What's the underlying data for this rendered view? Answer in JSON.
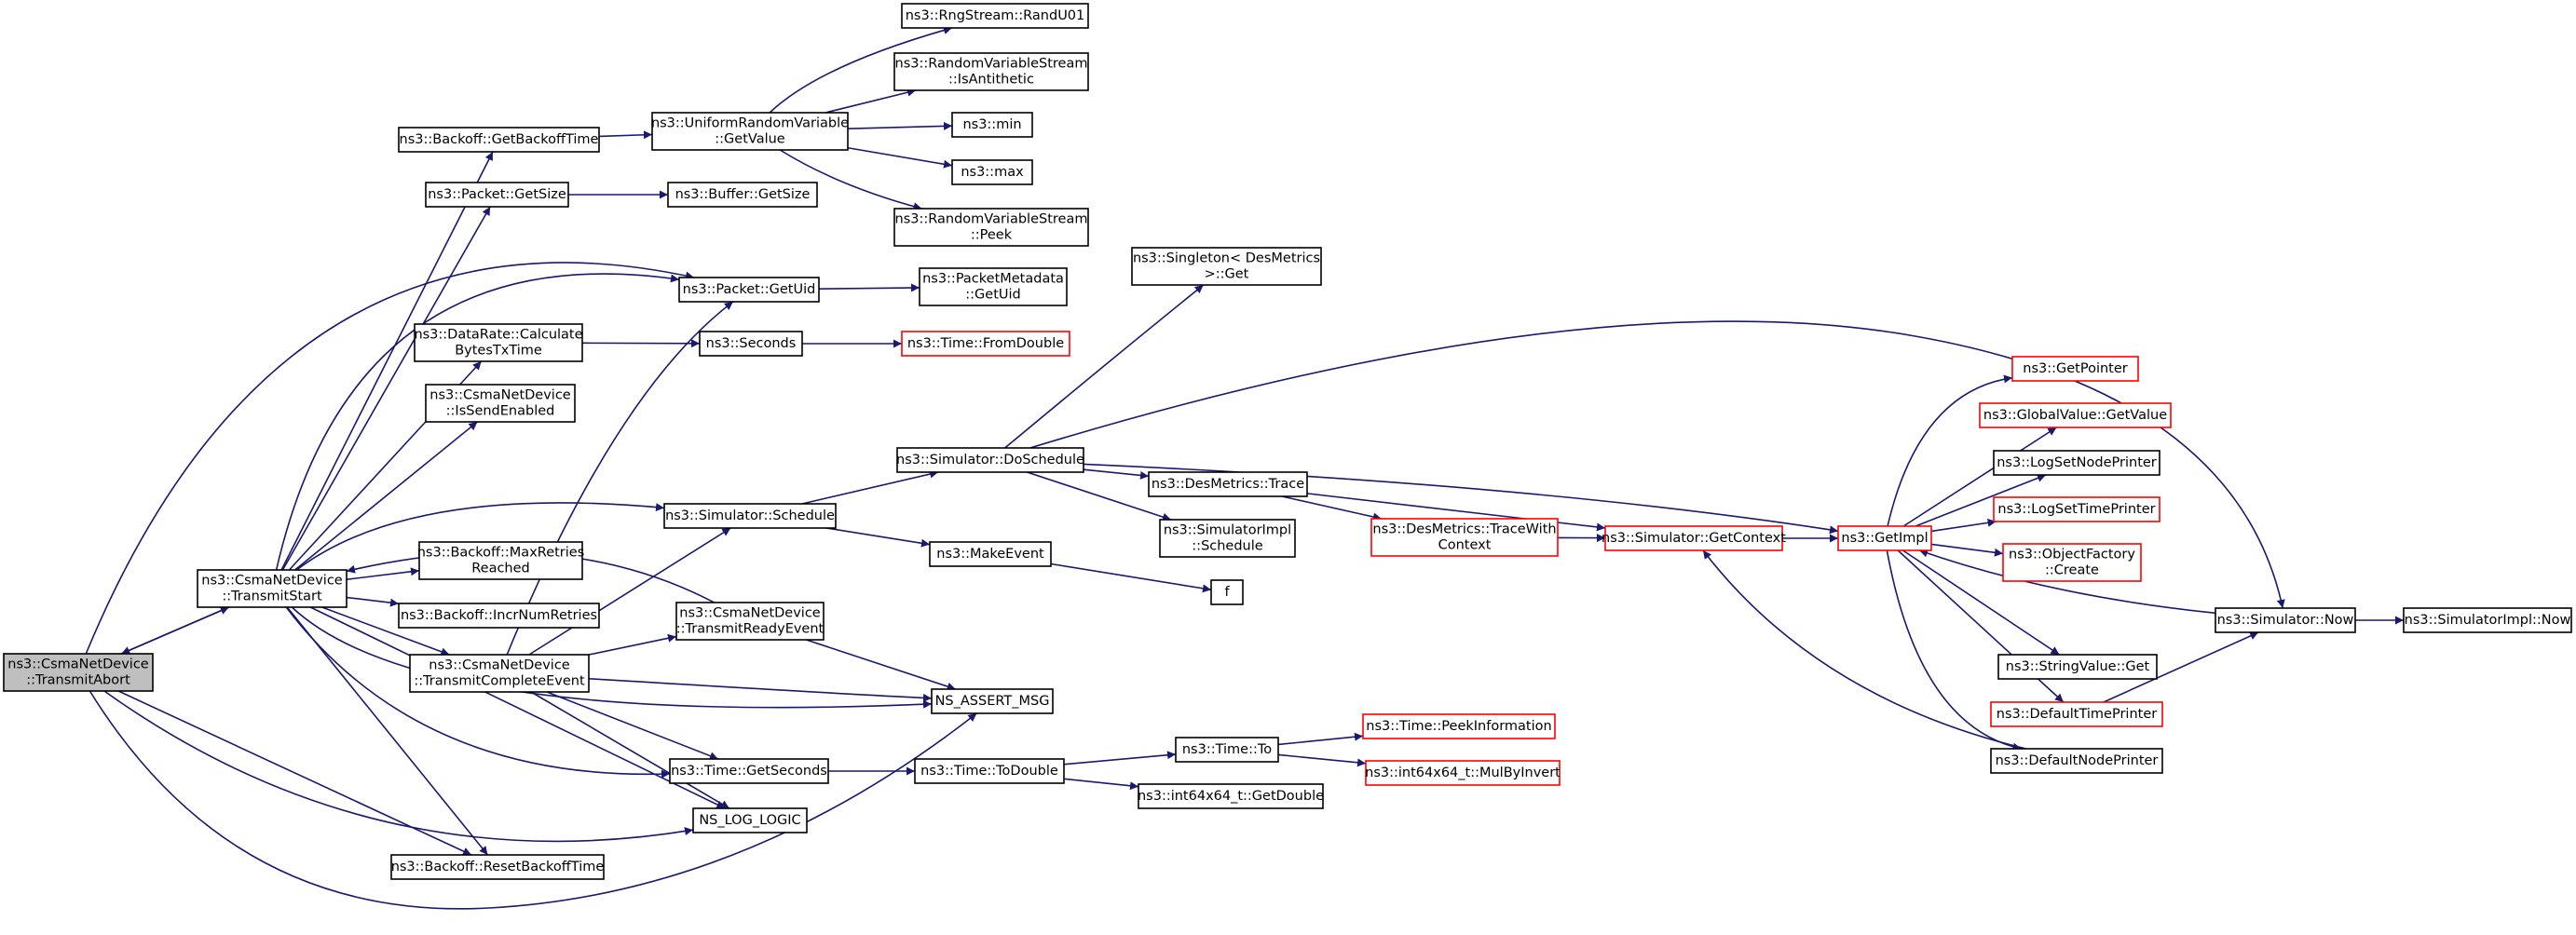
{
  "colors": {
    "edge": "#191970",
    "normal_border": "#000000",
    "truncated_border": "#ff0000",
    "root_fill": "#bfbfbf",
    "node_fill": "#ffffff"
  },
  "nodes": [
    {
      "id": "n_transmit_abort",
      "lines": [
        "ns3::CsmaNetDevice",
        "::TransmitAbort"
      ],
      "style": "root"
    },
    {
      "id": "n_transmit_start",
      "lines": [
        "ns3::CsmaNetDevice",
        "::TransmitStart"
      ],
      "style": "normal"
    },
    {
      "id": "n_get_backoff_time",
      "lines": [
        "ns3::Backoff::GetBackoffTime"
      ],
      "style": "normal"
    },
    {
      "id": "n_uniform_get_value",
      "lines": [
        "ns3::UniformRandomVariable",
        "::GetValue"
      ],
      "style": "normal"
    },
    {
      "id": "n_rand_u01",
      "lines": [
        "ns3::RngStream::RandU01"
      ],
      "style": "normal"
    },
    {
      "id": "n_is_antithetic",
      "lines": [
        "ns3::RandomVariableStream",
        "::IsAntithetic"
      ],
      "style": "normal"
    },
    {
      "id": "n_min",
      "lines": [
        "ns3::min"
      ],
      "style": "normal"
    },
    {
      "id": "n_max",
      "lines": [
        "ns3::max"
      ],
      "style": "normal"
    },
    {
      "id": "n_peek",
      "lines": [
        "ns3::RandomVariableStream",
        "::Peek"
      ],
      "style": "normal"
    },
    {
      "id": "n_packet_get_size",
      "lines": [
        "ns3::Packet::GetSize"
      ],
      "style": "normal"
    },
    {
      "id": "n_buffer_get_size",
      "lines": [
        "ns3::Buffer::GetSize"
      ],
      "style": "normal"
    },
    {
      "id": "n_packet_get_uid",
      "lines": [
        "ns3::Packet::GetUid"
      ],
      "style": "normal"
    },
    {
      "id": "n_packet_metadata_get_uid",
      "lines": [
        "ns3::PacketMetadata",
        "::GetUid"
      ],
      "style": "normal"
    },
    {
      "id": "n_calc_bytes_tx_time",
      "lines": [
        "ns3::DataRate::Calculate",
        "BytesTxTime"
      ],
      "style": "normal"
    },
    {
      "id": "n_seconds",
      "lines": [
        "ns3::Seconds"
      ],
      "style": "normal"
    },
    {
      "id": "n_from_double",
      "lines": [
        "ns3::Time::FromDouble"
      ],
      "style": "truncated"
    },
    {
      "id": "n_is_send_enabled",
      "lines": [
        "ns3::CsmaNetDevice",
        "::IsSendEnabled"
      ],
      "style": "normal"
    },
    {
      "id": "n_singleton_get",
      "lines": [
        "ns3::Singleton< DesMetrics",
        ">::Get"
      ],
      "style": "normal"
    },
    {
      "id": "n_do_schedule",
      "lines": [
        "ns3::Simulator::DoSchedule"
      ],
      "style": "normal"
    },
    {
      "id": "n_des_trace",
      "lines": [
        "ns3::DesMetrics::Trace"
      ],
      "style": "normal"
    },
    {
      "id": "n_simimpl_schedule",
      "lines": [
        "ns3::SimulatorImpl",
        "::Schedule"
      ],
      "style": "normal"
    },
    {
      "id": "n_trace_with_context",
      "lines": [
        "ns3::DesMetrics::TraceWith",
        "Context"
      ],
      "style": "truncated"
    },
    {
      "id": "n_sim_schedule",
      "lines": [
        "ns3::Simulator::Schedule"
      ],
      "style": "normal"
    },
    {
      "id": "n_make_event",
      "lines": [
        "ns3::MakeEvent"
      ],
      "style": "normal"
    },
    {
      "id": "n_f",
      "lines": [
        "f"
      ],
      "style": "normal"
    },
    {
      "id": "n_max_retries",
      "lines": [
        "ns3::Backoff::MaxRetries",
        "Reached"
      ],
      "style": "normal"
    },
    {
      "id": "n_incr_num_retries",
      "lines": [
        "ns3::Backoff::IncrNumRetries"
      ],
      "style": "normal"
    },
    {
      "id": "n_transmit_ready_event",
      "lines": [
        "ns3::CsmaNetDevice",
        "::TransmitReadyEvent"
      ],
      "style": "normal"
    },
    {
      "id": "n_transmit_complete_event",
      "lines": [
        "ns3::CsmaNetDevice",
        "::TransmitCompleteEvent"
      ],
      "style": "normal"
    },
    {
      "id": "n_ns_assert_msg",
      "lines": [
        "NS_ASSERT_MSG"
      ],
      "style": "normal"
    },
    {
      "id": "n_time_get_seconds",
      "lines": [
        "ns3::Time::GetSeconds"
      ],
      "style": "normal"
    },
    {
      "id": "n_time_to_double",
      "lines": [
        "ns3::Time::ToDouble"
      ],
      "style": "normal"
    },
    {
      "id": "n_time_to",
      "lines": [
        "ns3::Time::To"
      ],
      "style": "normal"
    },
    {
      "id": "n_peek_information",
      "lines": [
        "ns3::Time::PeekInformation"
      ],
      "style": "truncated"
    },
    {
      "id": "n_mul_by_invert",
      "lines": [
        "ns3::int64x64_t::MulByInvert"
      ],
      "style": "truncated"
    },
    {
      "id": "n_int64_get_double",
      "lines": [
        "ns3::int64x64_t::GetDouble"
      ],
      "style": "normal"
    },
    {
      "id": "n_ns_log_logic",
      "lines": [
        "NS_LOG_LOGIC"
      ],
      "style": "normal"
    },
    {
      "id": "n_reset_backoff_time",
      "lines": [
        "ns3::Backoff::ResetBackoffTime"
      ],
      "style": "normal"
    },
    {
      "id": "n_get_context",
      "lines": [
        "ns3::Simulator::GetContext"
      ],
      "style": "truncated"
    },
    {
      "id": "n_get_impl",
      "lines": [
        "ns3::GetImpl"
      ],
      "style": "truncated"
    },
    {
      "id": "n_get_pointer",
      "lines": [
        "ns3::GetPointer"
      ],
      "style": "truncated"
    },
    {
      "id": "n_global_get_value",
      "lines": [
        "ns3::GlobalValue::GetValue"
      ],
      "style": "truncated"
    },
    {
      "id": "n_log_set_node_printer",
      "lines": [
        "ns3::LogSetNodePrinter"
      ],
      "style": "normal"
    },
    {
      "id": "n_log_set_time_printer",
      "lines": [
        "ns3::LogSetTimePrinter"
      ],
      "style": "truncated"
    },
    {
      "id": "n_object_factory_create",
      "lines": [
        "ns3::ObjectFactory",
        "::Create"
      ],
      "style": "truncated"
    },
    {
      "id": "n_sim_now",
      "lines": [
        "ns3::Simulator::Now"
      ],
      "style": "normal"
    },
    {
      "id": "n_simimpl_now",
      "lines": [
        "ns3::SimulatorImpl::Now"
      ],
      "style": "normal"
    },
    {
      "id": "n_string_value_get",
      "lines": [
        "ns3::StringValue::Get"
      ],
      "style": "normal"
    },
    {
      "id": "n_default_time_printer",
      "lines": [
        "ns3::DefaultTimePrinter"
      ],
      "style": "truncated"
    },
    {
      "id": "n_default_node_printer",
      "lines": [
        "ns3::DefaultNodePrinter"
      ],
      "style": "normal"
    }
  ],
  "edges": [
    [
      "n_transmit_abort",
      "n_transmit_start"
    ],
    [
      "n_transmit_start",
      "n_transmit_abort"
    ],
    [
      "n_transmit_abort",
      "n_packet_get_uid"
    ],
    [
      "n_transmit_abort",
      "n_ns_assert_msg"
    ],
    [
      "n_transmit_abort",
      "n_ns_log_logic"
    ],
    [
      "n_transmit_abort",
      "n_reset_backoff_time"
    ],
    [
      "n_transmit_start",
      "n_get_backoff_time"
    ],
    [
      "n_transmit_start",
      "n_packet_get_size"
    ],
    [
      "n_transmit_start",
      "n_packet_get_uid"
    ],
    [
      "n_transmit_start",
      "n_calc_bytes_tx_time"
    ],
    [
      "n_transmit_start",
      "n_is_send_enabled"
    ],
    [
      "n_transmit_start",
      "n_sim_schedule"
    ],
    [
      "n_transmit_start",
      "n_max_retries"
    ],
    [
      "n_transmit_start",
      "n_incr_num_retries"
    ],
    [
      "n_transmit_start",
      "n_transmit_complete_event"
    ],
    [
      "n_transmit_start",
      "n_ns_assert_msg"
    ],
    [
      "n_transmit_start",
      "n_time_get_seconds"
    ],
    [
      "n_transmit_start",
      "n_ns_log_logic"
    ],
    [
      "n_transmit_start",
      "n_reset_backoff_time"
    ],
    [
      "n_transmit_ready_event",
      "n_transmit_start"
    ],
    [
      "n_get_backoff_time",
      "n_uniform_get_value"
    ],
    [
      "n_uniform_get_value",
      "n_rand_u01"
    ],
    [
      "n_uniform_get_value",
      "n_is_antithetic"
    ],
    [
      "n_uniform_get_value",
      "n_min"
    ],
    [
      "n_uniform_get_value",
      "n_max"
    ],
    [
      "n_uniform_get_value",
      "n_peek"
    ],
    [
      "n_packet_get_size",
      "n_buffer_get_size"
    ],
    [
      "n_packet_get_uid",
      "n_packet_metadata_get_uid"
    ],
    [
      "n_calc_bytes_tx_time",
      "n_seconds"
    ],
    [
      "n_seconds",
      "n_from_double"
    ],
    [
      "n_sim_schedule",
      "n_do_schedule"
    ],
    [
      "n_sim_schedule",
      "n_make_event"
    ],
    [
      "n_make_event",
      "n_f"
    ],
    [
      "n_do_schedule",
      "n_singleton_get"
    ],
    [
      "n_do_schedule",
      "n_des_trace"
    ],
    [
      "n_do_schedule",
      "n_simimpl_schedule"
    ],
    [
      "n_do_schedule",
      "n_get_impl"
    ],
    [
      "n_do_schedule",
      "n_sim_now"
    ],
    [
      "n_des_trace",
      "n_trace_with_context"
    ],
    [
      "n_des_trace",
      "n_get_context"
    ],
    [
      "n_trace_with_context",
      "n_get_context"
    ],
    [
      "n_get_context",
      "n_get_impl"
    ],
    [
      "n_get_impl",
      "n_get_pointer"
    ],
    [
      "n_get_impl",
      "n_global_get_value"
    ],
    [
      "n_get_impl",
      "n_log_set_node_printer"
    ],
    [
      "n_get_impl",
      "n_log_set_time_printer"
    ],
    [
      "n_get_impl",
      "n_object_factory_create"
    ],
    [
      "n_get_impl",
      "n_string_value_get"
    ],
    [
      "n_get_impl",
      "n_default_time_printer"
    ],
    [
      "n_get_impl",
      "n_default_node_printer"
    ],
    [
      "n_sim_now",
      "n_get_impl"
    ],
    [
      "n_sim_now",
      "n_simimpl_now"
    ],
    [
      "n_default_time_printer",
      "n_sim_now"
    ],
    [
      "n_default_node_printer",
      "n_get_context"
    ],
    [
      "n_transmit_complete_event",
      "n_packet_get_uid"
    ],
    [
      "n_transmit_complete_event",
      "n_sim_schedule"
    ],
    [
      "n_transmit_complete_event",
      "n_transmit_ready_event"
    ],
    [
      "n_transmit_complete_event",
      "n_ns_assert_msg"
    ],
    [
      "n_transmit_complete_event",
      "n_time_get_seconds"
    ],
    [
      "n_transmit_complete_event",
      "n_ns_log_logic"
    ],
    [
      "n_transmit_ready_event",
      "n_ns_assert_msg"
    ],
    [
      "n_time_get_seconds",
      "n_time_to_double"
    ],
    [
      "n_time_to_double",
      "n_time_to"
    ],
    [
      "n_time_to_double",
      "n_int64_get_double"
    ],
    [
      "n_time_to",
      "n_peek_information"
    ],
    [
      "n_time_to",
      "n_mul_by_invert"
    ]
  ]
}
